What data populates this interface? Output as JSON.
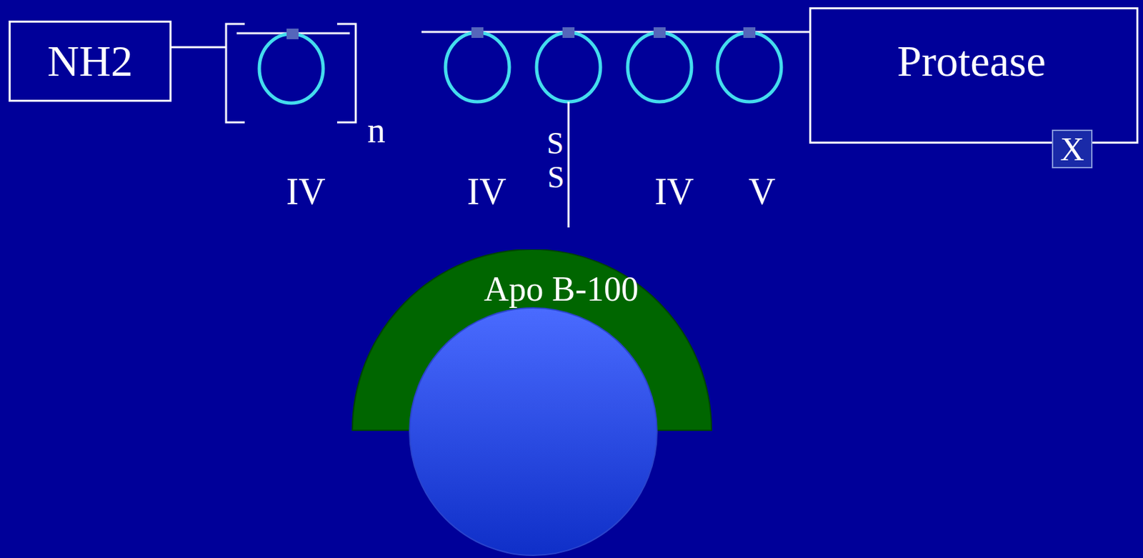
{
  "diagram": {
    "nodes": [
      {
        "text": [
          "NH2"
        ]
      },
      {
        "text": [
          "Protease"
        ]
      },
      {
        "text": [
          "X"
        ],
        "in": 1
      },
      {
        "text": [
          "Apo B-100"
        ]
      }
    ],
    "labels": [
      "n",
      "IV",
      "IV",
      "S",
      "S",
      "IV",
      "V"
    ]
  }
}
